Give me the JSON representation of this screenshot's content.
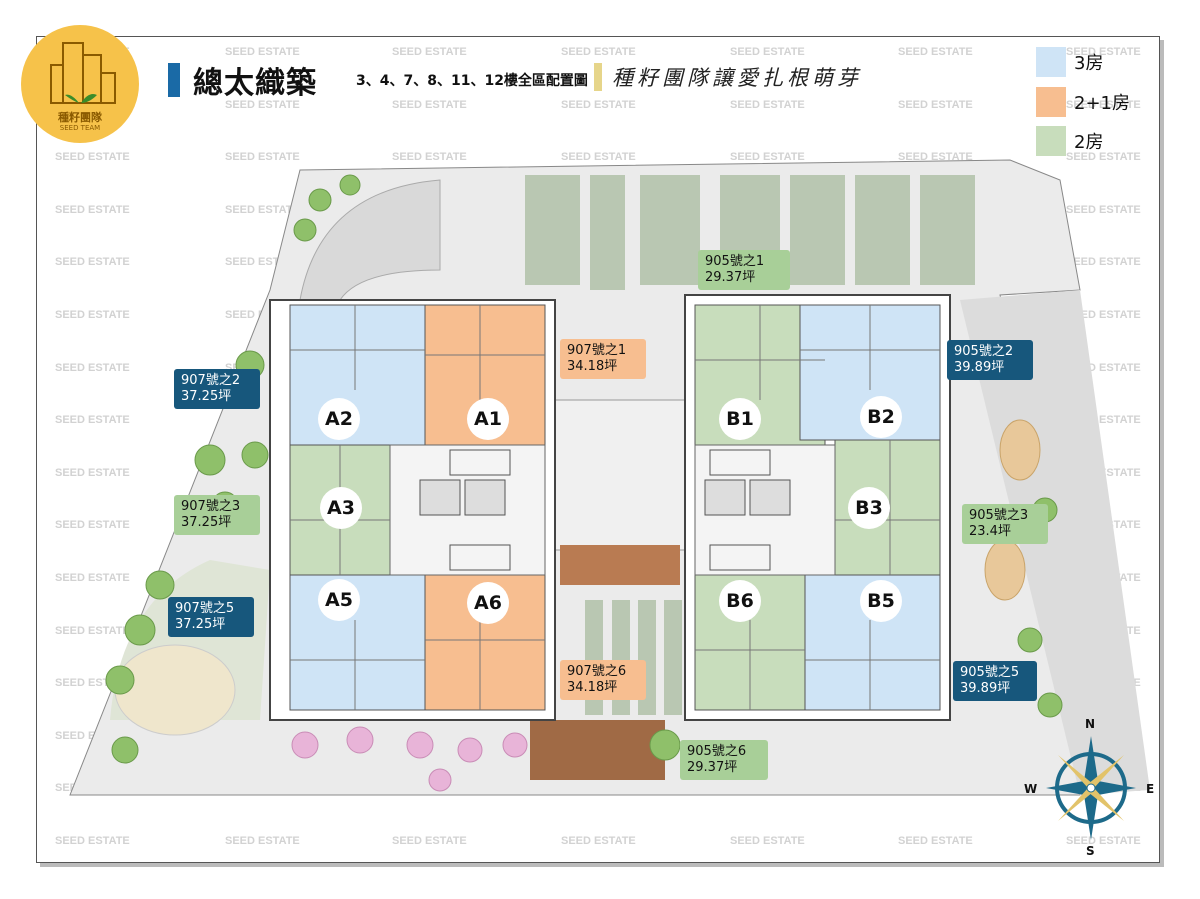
{
  "logo": {
    "name_cn": "種籽團隊",
    "name_en": "SEED TEAM"
  },
  "header": {
    "title": "總太織築",
    "subtitle": "3、4、7、8、11、12樓全區配置圖",
    "slogan": "種籽團隊讓愛扎根萌芽"
  },
  "legend": [
    {
      "label": "3房",
      "color": "#cfe4f6"
    },
    {
      "label": "2+1房",
      "color": "#f7be90"
    },
    {
      "label": "2房",
      "color": "#c8ddbc"
    }
  ],
  "watermark": "SEED ESTATE",
  "units": [
    {
      "id": "A2",
      "type": "3房"
    },
    {
      "id": "A1",
      "type": "2+1房"
    },
    {
      "id": "A3",
      "type": "2房"
    },
    {
      "id": "A5",
      "type": "3房"
    },
    {
      "id": "A6",
      "type": "2+1房"
    },
    {
      "id": "B1",
      "type": "2房"
    },
    {
      "id": "B2",
      "type": "3房"
    },
    {
      "id": "B3",
      "type": "2房"
    },
    {
      "id": "B6",
      "type": "2房"
    },
    {
      "id": "B5",
      "type": "3房"
    }
  ],
  "callouts": [
    {
      "unit": "A2",
      "line1": "907號之2",
      "line2": "37.25坪"
    },
    {
      "unit": "A1",
      "line1": "907號之1",
      "line2": "34.18坪"
    },
    {
      "unit": "A3",
      "line1": "907號之3",
      "line2": "37.25坪"
    },
    {
      "unit": "A5",
      "line1": "907號之5",
      "line2": "37.25坪"
    },
    {
      "unit": "A6",
      "line1": "907號之6",
      "line2": "34.18坪"
    },
    {
      "unit": "B1",
      "line1": "905號之1",
      "line2": "29.37坪"
    },
    {
      "unit": "B2",
      "line1": "905號之2",
      "line2": "39.89坪"
    },
    {
      "unit": "B3",
      "line1": "905號之3",
      "line2": "23.4坪"
    },
    {
      "unit": "B5",
      "line1": "905號之5",
      "line2": "39.89坪"
    },
    {
      "unit": "B6",
      "line1": "905號之6",
      "line2": "29.37坪"
    }
  ],
  "compass": {
    "n": "N",
    "e": "E",
    "s": "S",
    "w": "W"
  },
  "colors": {
    "dark_callout": "#17577c",
    "title_bar": "#1a6aa6",
    "logo": "#f6c24a"
  }
}
